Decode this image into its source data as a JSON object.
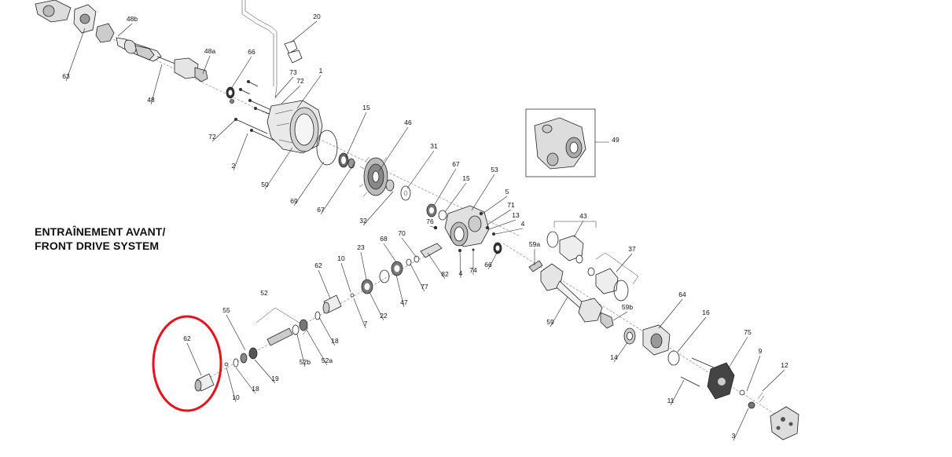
{
  "title": {
    "line1": "ENTRAÎNEMENT AVANT/",
    "line2": "FRONT DRIVE SYSTEM"
  },
  "highlight_color": "#e8121b",
  "callouts": [
    {
      "id": "63",
      "label": "63"
    },
    {
      "id": "48b",
      "label": "48b"
    },
    {
      "id": "48a",
      "label": "48a"
    },
    {
      "id": "48",
      "label": "48"
    },
    {
      "id": "66a",
      "label": "66"
    },
    {
      "id": "20",
      "label": "20"
    },
    {
      "id": "73",
      "label": "73"
    },
    {
      "id": "72a",
      "label": "72"
    },
    {
      "id": "1",
      "label": "1"
    },
    {
      "id": "72b",
      "label": "72"
    },
    {
      "id": "2",
      "label": "2"
    },
    {
      "id": "50",
      "label": "50"
    },
    {
      "id": "15a",
      "label": "15"
    },
    {
      "id": "46",
      "label": "46"
    },
    {
      "id": "69",
      "label": "69"
    },
    {
      "id": "67a",
      "label": "67"
    },
    {
      "id": "31",
      "label": "31"
    },
    {
      "id": "32",
      "label": "32"
    },
    {
      "id": "67b",
      "label": "67"
    },
    {
      "id": "15b",
      "label": "15"
    },
    {
      "id": "53",
      "label": "53"
    },
    {
      "id": "5",
      "label": "5"
    },
    {
      "id": "71",
      "label": "71"
    },
    {
      "id": "13",
      "label": "13"
    },
    {
      "id": "4a",
      "label": "4"
    },
    {
      "id": "76",
      "label": "76"
    },
    {
      "id": "49",
      "label": "49"
    },
    {
      "id": "43",
      "label": "43"
    },
    {
      "id": "37",
      "label": "37"
    },
    {
      "id": "70",
      "label": "70"
    },
    {
      "id": "68",
      "label": "68"
    },
    {
      "id": "23",
      "label": "23"
    },
    {
      "id": "10a",
      "label": "10"
    },
    {
      "id": "62a",
      "label": "62"
    },
    {
      "id": "82",
      "label": "82"
    },
    {
      "id": "77",
      "label": "77"
    },
    {
      "id": "47",
      "label": "47"
    },
    {
      "id": "4b",
      "label": "4"
    },
    {
      "id": "74",
      "label": "74"
    },
    {
      "id": "66b",
      "label": "66"
    },
    {
      "id": "59a",
      "label": "59a"
    },
    {
      "id": "52",
      "label": "52"
    },
    {
      "id": "22",
      "label": "22"
    },
    {
      "id": "7",
      "label": "7"
    },
    {
      "id": "18a",
      "label": "18"
    },
    {
      "id": "55",
      "label": "55"
    },
    {
      "id": "52b",
      "label": "52b"
    },
    {
      "id": "52a",
      "label": "52a"
    },
    {
      "id": "19",
      "label": "19"
    },
    {
      "id": "18b",
      "label": "18"
    },
    {
      "id": "62b",
      "label": "62"
    },
    {
      "id": "10b",
      "label": "10"
    },
    {
      "id": "59",
      "label": "59"
    },
    {
      "id": "59b",
      "label": "59b"
    },
    {
      "id": "64",
      "label": "64"
    },
    {
      "id": "14",
      "label": "14"
    },
    {
      "id": "16",
      "label": "16"
    },
    {
      "id": "75",
      "label": "75"
    },
    {
      "id": "9",
      "label": "9"
    },
    {
      "id": "12",
      "label": "12"
    },
    {
      "id": "11",
      "label": "11"
    },
    {
      "id": "3",
      "label": "3"
    }
  ]
}
